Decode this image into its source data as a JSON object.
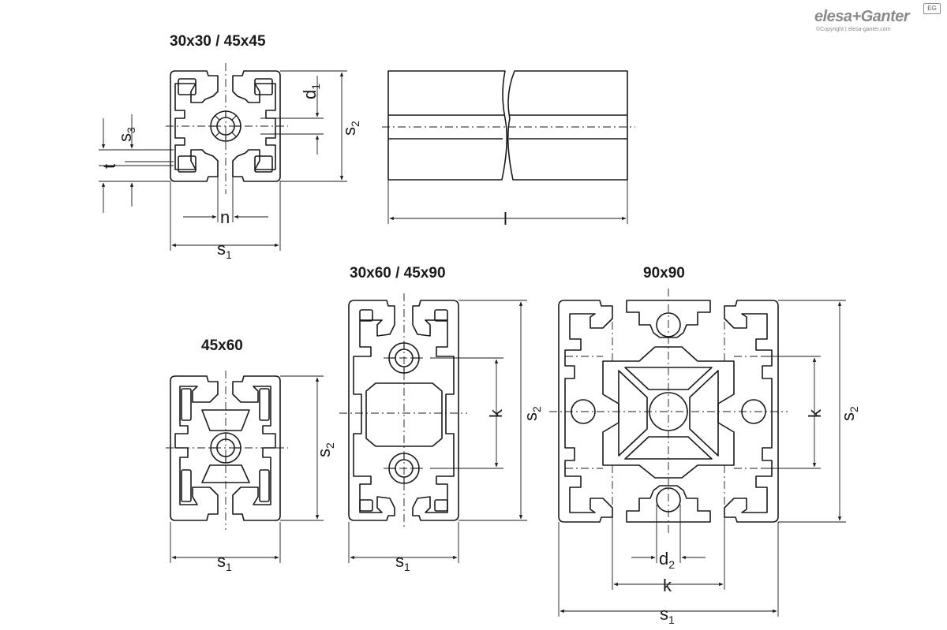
{
  "brand": {
    "name": "elesa+Ganter",
    "copyright": "©Copyright | elesa-ganter.com",
    "badge": "EG"
  },
  "views": {
    "profile_30": {
      "title": "30x30 / 45x45"
    },
    "side": {
      "length_label": "l"
    },
    "profile_45x60": {
      "title": "45x60"
    },
    "profile_30x60": {
      "title": "30x60 / 45x90"
    },
    "profile_90": {
      "title": "90x90"
    }
  },
  "dimensions": {
    "s": "s",
    "d": "d",
    "n": "n",
    "t": "t",
    "k": "k",
    "sub1": "1",
    "sub2": "2",
    "sub3": "3"
  },
  "colors": {
    "line": "#1a1a1a",
    "background": "#ffffff",
    "brand": "#8a8a8a"
  }
}
